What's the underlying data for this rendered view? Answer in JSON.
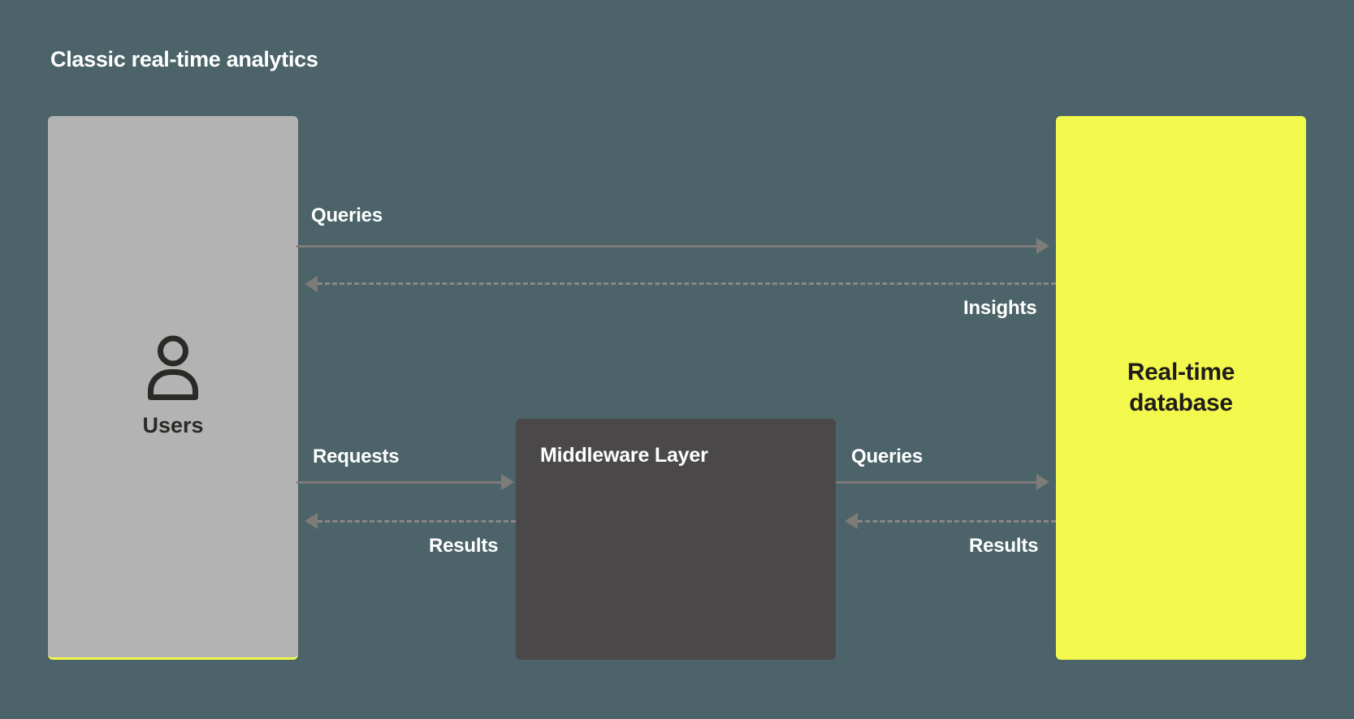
{
  "title": "Classic real-time analytics",
  "colors": {
    "background": "#4B6369",
    "users_box": "#B3B3B3",
    "users_box_bottom_edge": "#F3F84C",
    "middleware_box": "#4B4849",
    "database_box": "#F3F84C",
    "arrow_gray": "#7E7B78",
    "label_text": "#FFFFFF",
    "dark_text": "#2B2A27"
  },
  "nodes": {
    "users": {
      "label": "Users",
      "icon": "person-icon"
    },
    "middleware": {
      "label": "Middleware Layer"
    },
    "database": {
      "label": "Real-time database",
      "label_line1": "Real-time",
      "label_line2": "database"
    }
  },
  "flows": {
    "users_to_database": {
      "label": "Queries",
      "direction": "right",
      "style": "solid"
    },
    "database_to_users": {
      "label": "Insights",
      "direction": "left",
      "style": "dashed"
    },
    "users_to_middleware": {
      "label": "Requests",
      "direction": "right",
      "style": "solid"
    },
    "middleware_to_users": {
      "label": "Results",
      "direction": "left",
      "style": "dashed"
    },
    "middleware_to_database": {
      "label": "Queries",
      "direction": "right",
      "style": "solid"
    },
    "database_to_middleware": {
      "label": "Results",
      "direction": "left",
      "style": "dashed"
    }
  }
}
